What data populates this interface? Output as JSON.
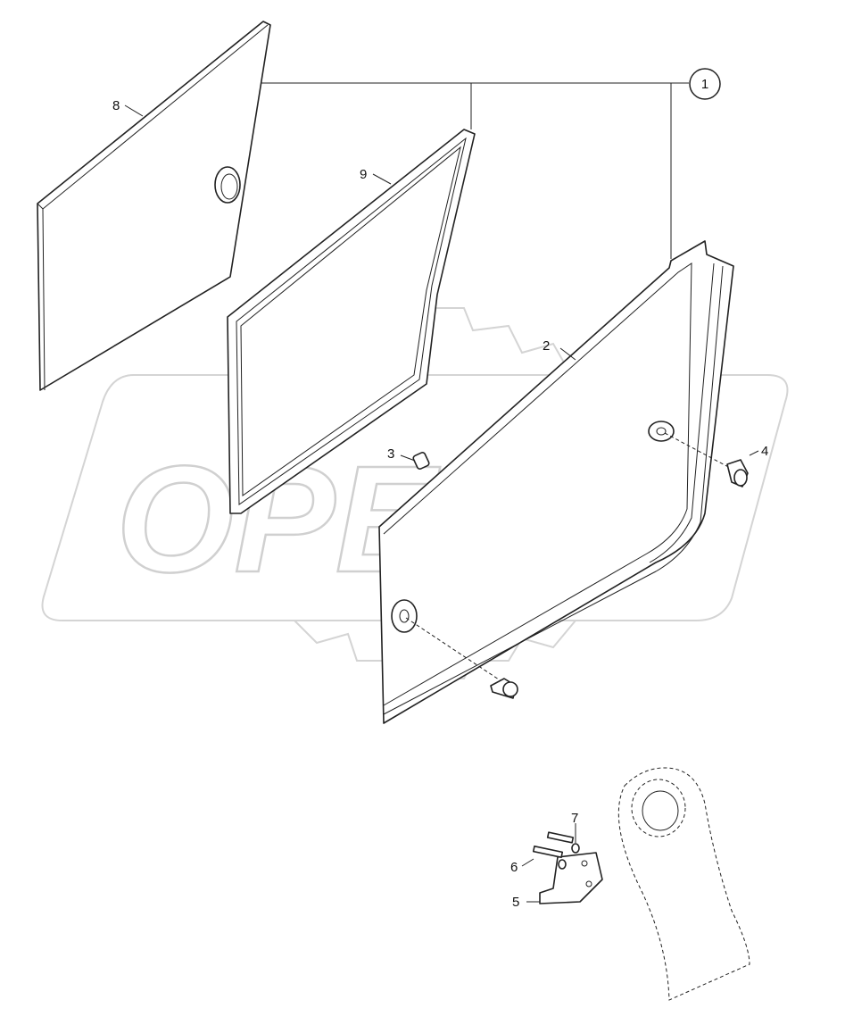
{
  "watermark": "OPEX",
  "callouts": {
    "assembly": "1",
    "panel": "2",
    "part3": "3",
    "latch": "4",
    "bracket": "5",
    "bolt": "6",
    "washer": "7",
    "glass": "8",
    "seal_frame": "9"
  }
}
